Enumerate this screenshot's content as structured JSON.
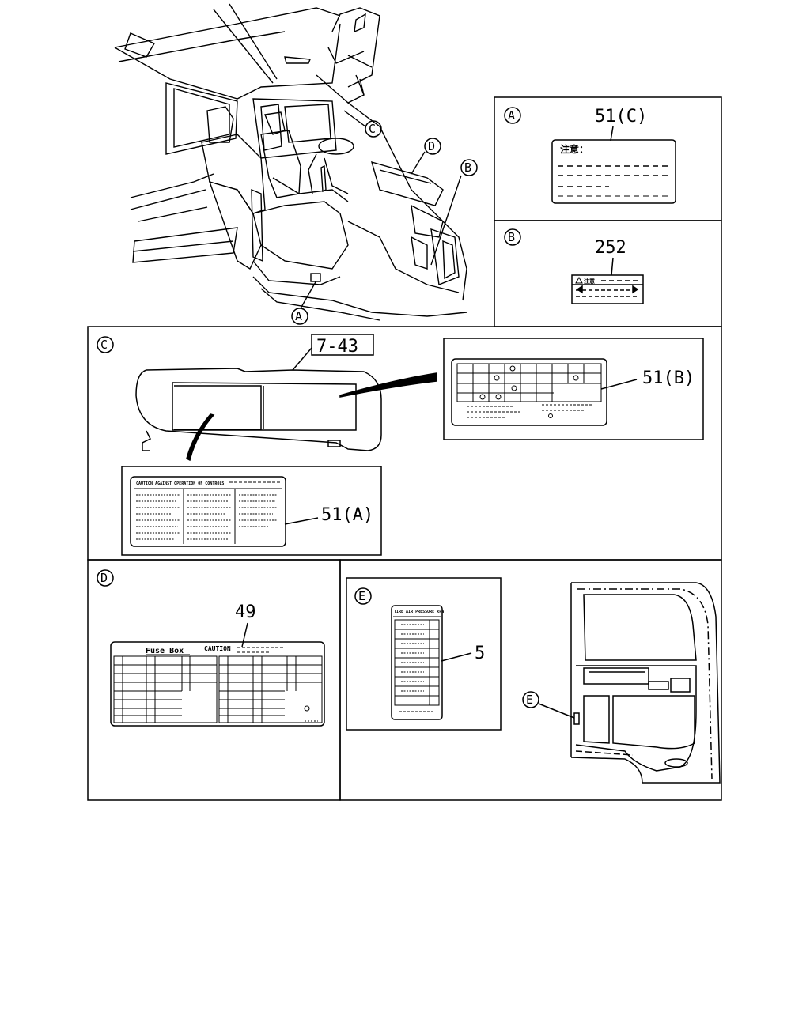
{
  "callouts": {
    "a": "A",
    "b": "B",
    "c": "C",
    "d": "D",
    "e": "E"
  },
  "parts": {
    "p51c": "51(C)",
    "p252": "252",
    "p743": "7-43",
    "p51b": "51(B)",
    "p51a": "51(A)",
    "p49": "49",
    "p5": "5"
  },
  "labels": {
    "label_51c_heading": "注意：",
    "label_252_heading": "注意",
    "label_51a_heading": "CAUTION AGAINST OPERATION OF CONTROLS",
    "label_49_title": "Fuse Box",
    "label_49_caution": "CAUTION",
    "label_5_heading": "TIRE AIR PRESSURE kPa"
  }
}
